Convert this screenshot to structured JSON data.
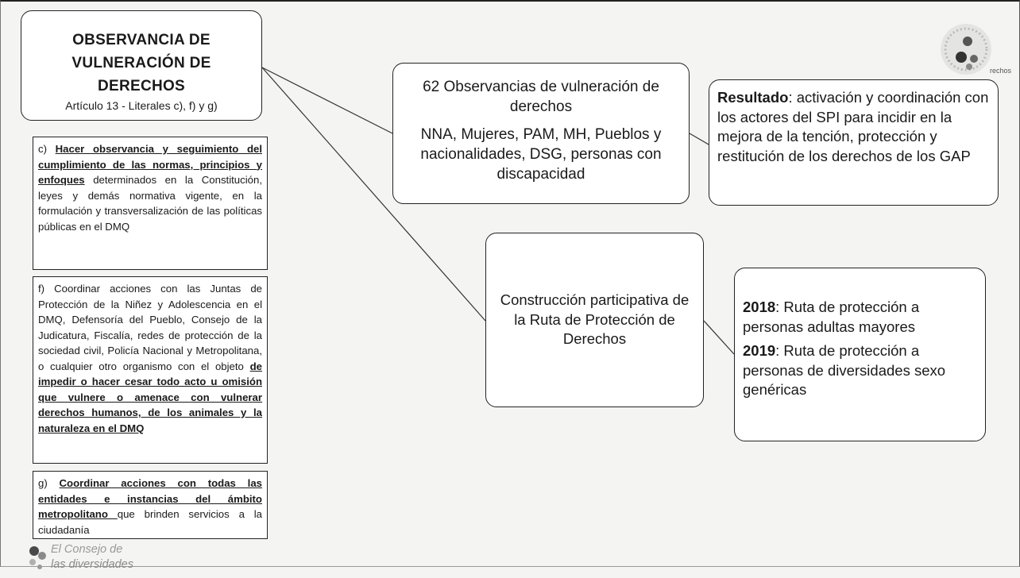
{
  "title": {
    "line1": "OBSERVANCIA DE",
    "line2": "VULNERACIÓN DE",
    "line3": "DERECHOS",
    "subtitle": "Artículo 13 - Literales c), f) y g)"
  },
  "literal_c": {
    "prefix": "c) ",
    "emphasis": "Hacer observancia y seguimiento del cumplimiento de las normas, principios y enfoques",
    "rest": " determinados en la Constitución, leyes y demás normativa vigente, en la formulación y transversalización de las políticas públicas en el DMQ"
  },
  "literal_f": {
    "text": "f) Coordinar acciones con las Juntas de Protección de la Niñez y Adolescencia en el DMQ, Defensoría del Pueblo, Consejo de la Judicatura, Fiscalía, redes de protección de la sociedad civil, Policía Nacional y Metropolitana, o cualquier otro organismo con el objeto ",
    "emphasis": "de impedir o hacer cesar todo acto u omisión que vulnere o amenace con vulnerar derechos humanos, de los animales y la naturaleza en el DMQ"
  },
  "literal_g": {
    "prefix": "g) ",
    "emphasis": "Coordinar acciones con todas las entidades e instancias del ámbito metropolitano ",
    "rest": "que brinden servicios a la ciudadanía"
  },
  "observancias": {
    "heading": "62 Observancias de vulneración de derechos",
    "groups": "NNA, Mujeres, PAM, MH, Pueblos y nacionalidades, DSG, personas con discapacidad"
  },
  "resultado": {
    "label": "Resultado",
    "text": ": activación y coordinación con los actores del SPI para incidir en la mejora de la tención, protección y restitución de los derechos de los GAP"
  },
  "construccion": {
    "text": "Construcción participativa de la Ruta de Protección de Derechos"
  },
  "rutas": [
    {
      "year": "2018",
      "text": ": Ruta de protección a personas adultas mayores"
    },
    {
      "year": "2019",
      "text": ": Ruta de protección a personas de diversidades sexo genéricas"
    }
  ],
  "logo_bottom": {
    "line1": "El Consejo de",
    "line2": "las diversidades"
  },
  "logo_top_text": "rechos",
  "colors": {
    "border": "#222222",
    "background": "#f4f4f2",
    "box": "#ffffff"
  }
}
